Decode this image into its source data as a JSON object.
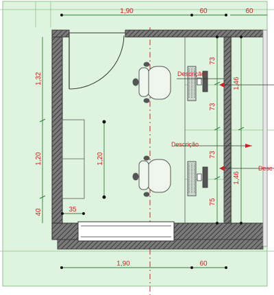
{
  "plan": {
    "colors": {
      "background": "#dff4df",
      "wall": "#555555",
      "dimension_text": "#cc2222",
      "dimension_line": "#2e7d32",
      "guide_line": "#8cc28c"
    },
    "dimensions": {
      "top_width_1": "1,90",
      "top_width_2": "60",
      "top_width_3": "60",
      "bottom_width_1": "1,90",
      "bottom_width_2": "60",
      "left_1": "1,32",
      "left_2": "1,20",
      "left_3": "40",
      "left_small": "35",
      "center": "1,20",
      "right_1": "73",
      "right_2": "73",
      "right_3": "73",
      "right_4": "75",
      "right_outer_1": "1,46",
      "right_outer_2": "1,46"
    },
    "labels": {
      "desc_1": "Descrição",
      "desc_2": "Descrição",
      "desc_3": "Desc"
    },
    "icons": {
      "chair": "office-chair-icon",
      "computer": "computer-icon"
    }
  }
}
